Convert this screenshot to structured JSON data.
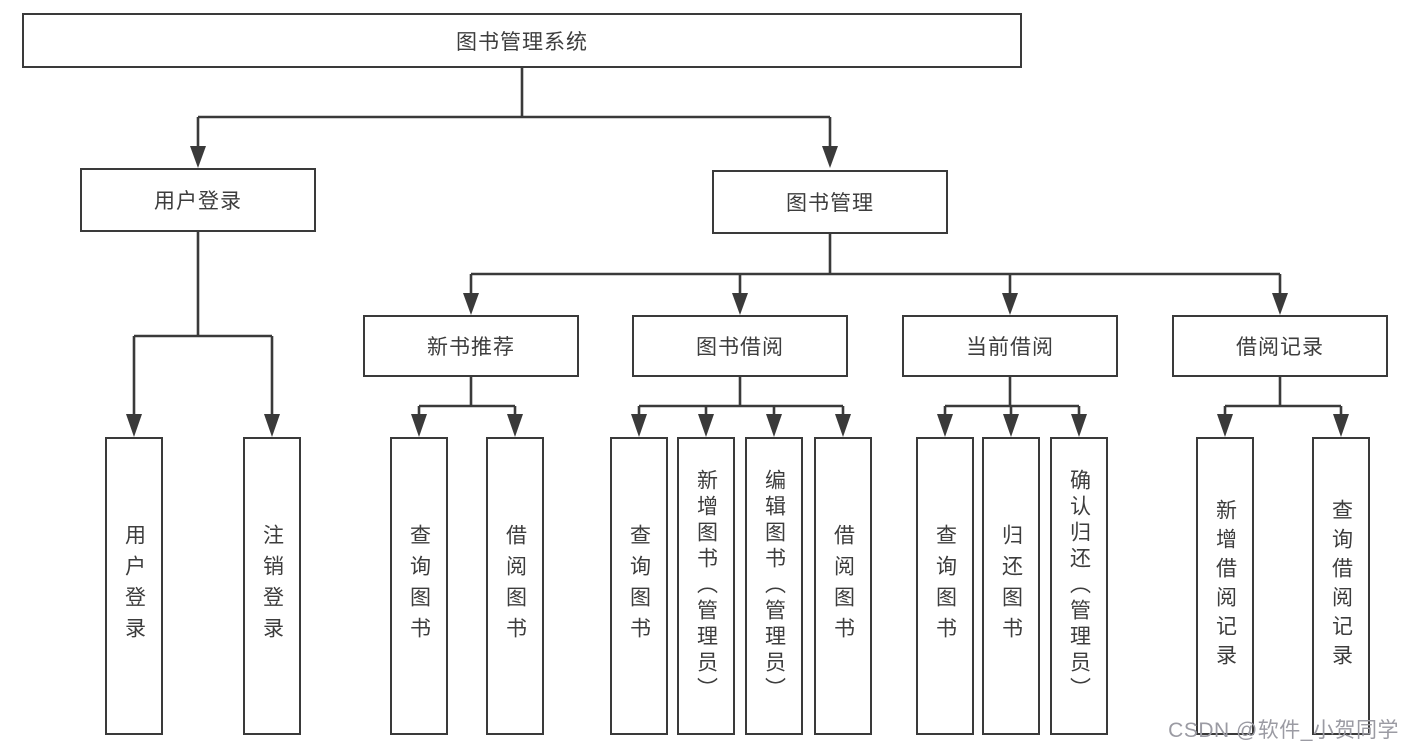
{
  "diagram": {
    "type": "hierarchy-tree",
    "tree": {
      "label": "图书管理系统",
      "children": [
        {
          "label": "用户登录",
          "children": [
            {
              "label": "用户登录"
            },
            {
              "label": "注销登录"
            }
          ]
        },
        {
          "label": "图书管理",
          "children": [
            {
              "label": "新书推荐",
              "children": [
                {
                  "label": "查询图书"
                },
                {
                  "label": "借阅图书"
                }
              ]
            },
            {
              "label": "图书借阅",
              "children": [
                {
                  "label": "查询图书"
                },
                {
                  "label": "新增图书（管理员）"
                },
                {
                  "label": "编辑图书（管理员）"
                },
                {
                  "label": "借阅图书"
                }
              ]
            },
            {
              "label": "当前借阅",
              "children": [
                {
                  "label": "查询图书"
                },
                {
                  "label": "归还图书"
                },
                {
                  "label": "确认归还（管理员）"
                }
              ]
            },
            {
              "label": "借阅记录",
              "children": [
                {
                  "label": "新增借阅记录"
                },
                {
                  "label": "查询借阅记录"
                }
              ]
            }
          ]
        }
      ]
    },
    "colors": {
      "line": "#3a3a3a",
      "box_border": "#3a3a3a",
      "text": "#3d3d3d",
      "watermark": "#9b9ba3",
      "background": "#ffffff"
    }
  },
  "watermark": {
    "text": "CSDN @软件_小贺同学"
  }
}
